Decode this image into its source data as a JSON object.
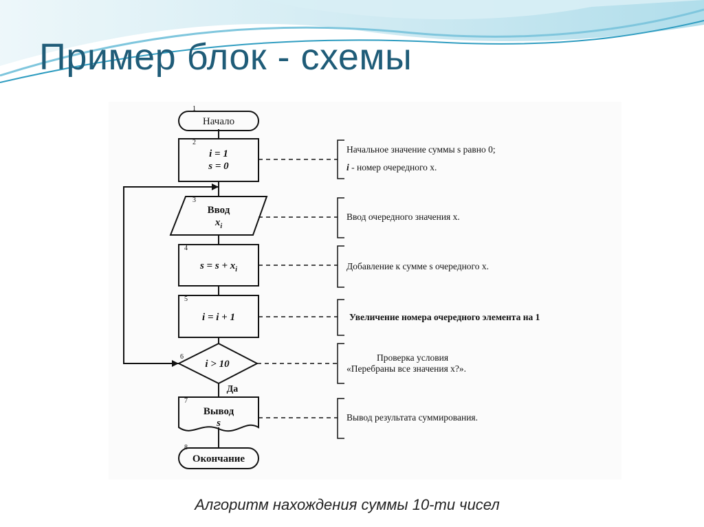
{
  "slide": {
    "title": "Пример блок - схемы",
    "caption": "Алгоритм нахождения суммы 10-ти чисел"
  },
  "flowchart": {
    "blocks": [
      {
        "num": "1",
        "text": "Начало"
      },
      {
        "num": "2",
        "line1": "i = 1",
        "line2": "s = 0"
      },
      {
        "num": "3",
        "line1": "Ввод",
        "line2": "x",
        "line2_sub": "i"
      },
      {
        "num": "4",
        "text": "s = s + x",
        "sub": "i"
      },
      {
        "num": "5",
        "text": "i = i  + 1"
      },
      {
        "num": "6",
        "text": "i > 10",
        "yes_label": "Да"
      },
      {
        "num": "7",
        "line1": "Вывод",
        "line2": "s"
      },
      {
        "num": "8",
        "text": "Окончание"
      }
    ],
    "comments": [
      {
        "line1": "Начальное значение суммы s равно 0;",
        "line2_var": "i",
        "line2_rest": " - номер очередного x."
      },
      {
        "text": "Ввод очередного значения x."
      },
      {
        "text": "Добавление к сумме s очередного x."
      },
      {
        "text": "Увеличение номера очередного элемента на 1"
      },
      {
        "line1": "Проверка условия",
        "line2": "«Перебраны все значения x?»."
      },
      {
        "text": "Вывод результата суммирования."
      }
    ]
  },
  "colors": {
    "title": "#1f5c78",
    "wave_light": "#c8e8f2",
    "wave_mid": "#7fc6dd",
    "wave_dark": "#2e9cc0"
  }
}
